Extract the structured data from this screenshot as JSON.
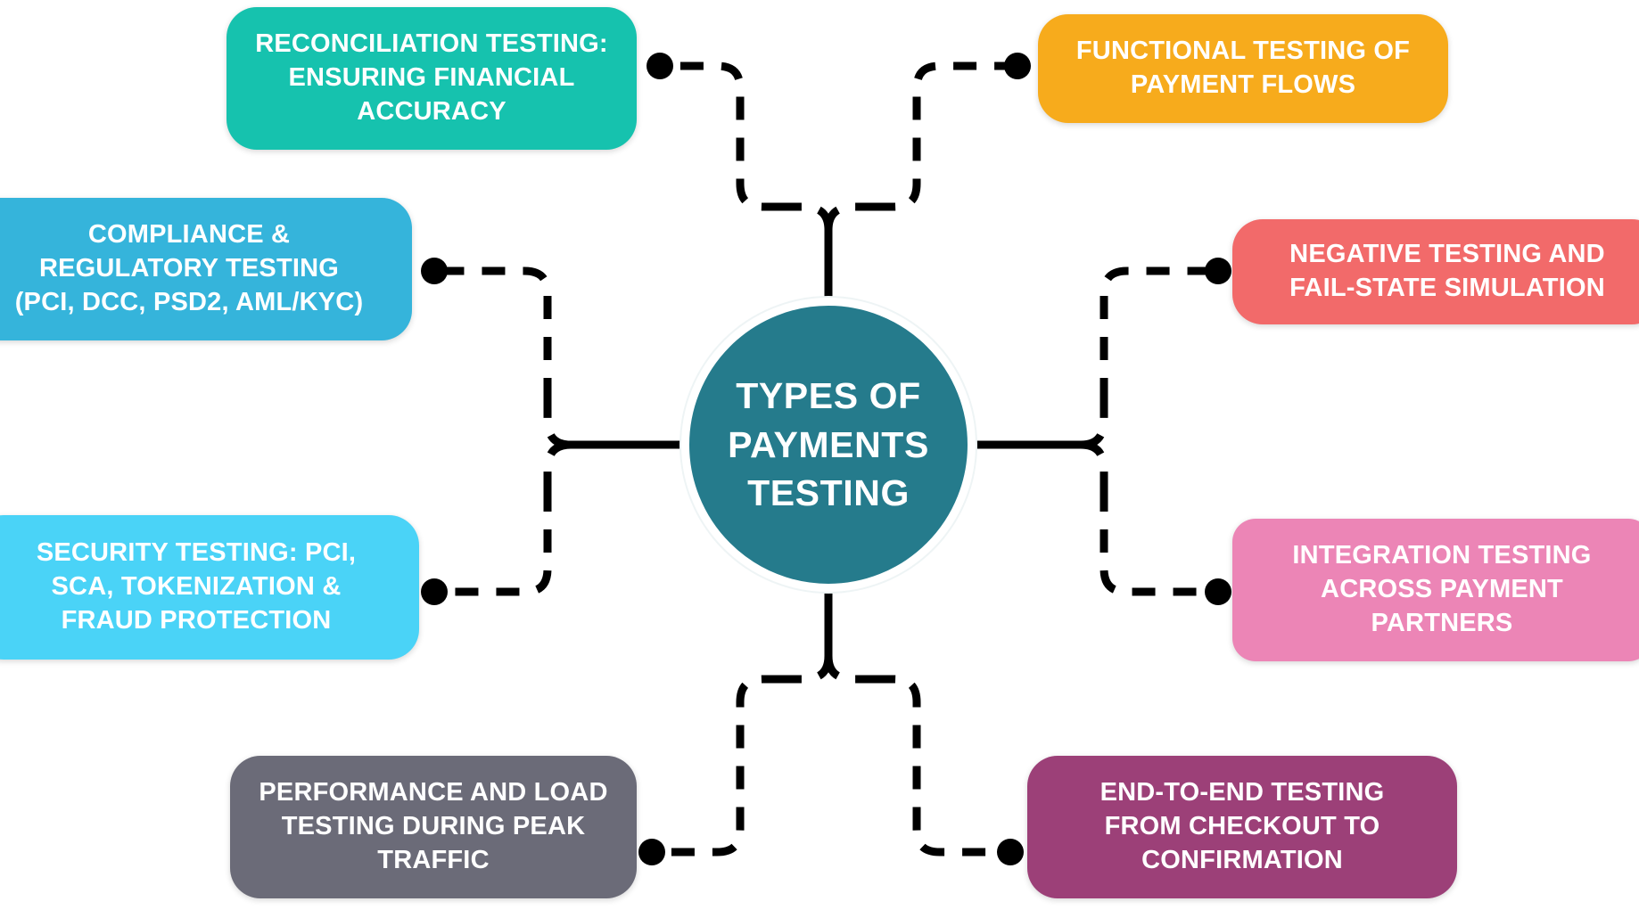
{
  "diagram": {
    "type": "mind-map",
    "title": "Types of Payments Testing",
    "background_color": "#ffffff",
    "connector": {
      "color": "#000000",
      "style": "dashed",
      "endpoint": "filled-circle"
    },
    "hub": {
      "label": "TYPES OF\nPAYMENTS\nTESTING",
      "fill_color": "#257b8c",
      "text_color": "#ffffff",
      "ring_color": "#ffffff"
    },
    "branches": [
      {
        "id": "reconciliation",
        "label": "RECONCILIATION TESTING:\nENSURING FINANCIAL\nACCURACY",
        "color": "#16c2ae",
        "text_color": "#ffffff",
        "side": "top-left"
      },
      {
        "id": "functional",
        "label": "FUNCTIONAL TESTING OF\nPAYMENT FLOWS",
        "color": "#f7ab1c",
        "text_color": "#ffffff",
        "side": "top-right"
      },
      {
        "id": "compliance",
        "label": "COMPLIANCE &\nREGULATORY TESTING\n(PCI, DCC, PSD2, AML/KYC)",
        "color": "#35b4db",
        "text_color": "#ffffff",
        "side": "left-upper"
      },
      {
        "id": "negative",
        "label": "NEGATIVE TESTING AND\nFAIL-STATE SIMULATION",
        "color": "#f26a6a",
        "text_color": "#ffffff",
        "side": "right-upper"
      },
      {
        "id": "security",
        "label": "SECURITY TESTING: PCI,\nSCA, TOKENIZATION &\nFRAUD PROTECTION",
        "color": "#4ad3f7",
        "text_color": "#ffffff",
        "side": "left-lower"
      },
      {
        "id": "integration",
        "label": "INTEGRATION TESTING\nACROSS PAYMENT\nPARTNERS",
        "color": "#ec85b6",
        "text_color": "#ffffff",
        "side": "right-lower"
      },
      {
        "id": "performance",
        "label": "PERFORMANCE AND LOAD\nTESTING DURING PEAK\nTRAFFIC",
        "color": "#6b6b78",
        "text_color": "#ffffff",
        "side": "bottom-left"
      },
      {
        "id": "endtoend",
        "label": "END-TO-END TESTING\nFROM CHECKOUT TO\nCONFIRMATION",
        "color": "#9c4078",
        "text_color": "#ffffff",
        "side": "bottom-right"
      }
    ]
  }
}
